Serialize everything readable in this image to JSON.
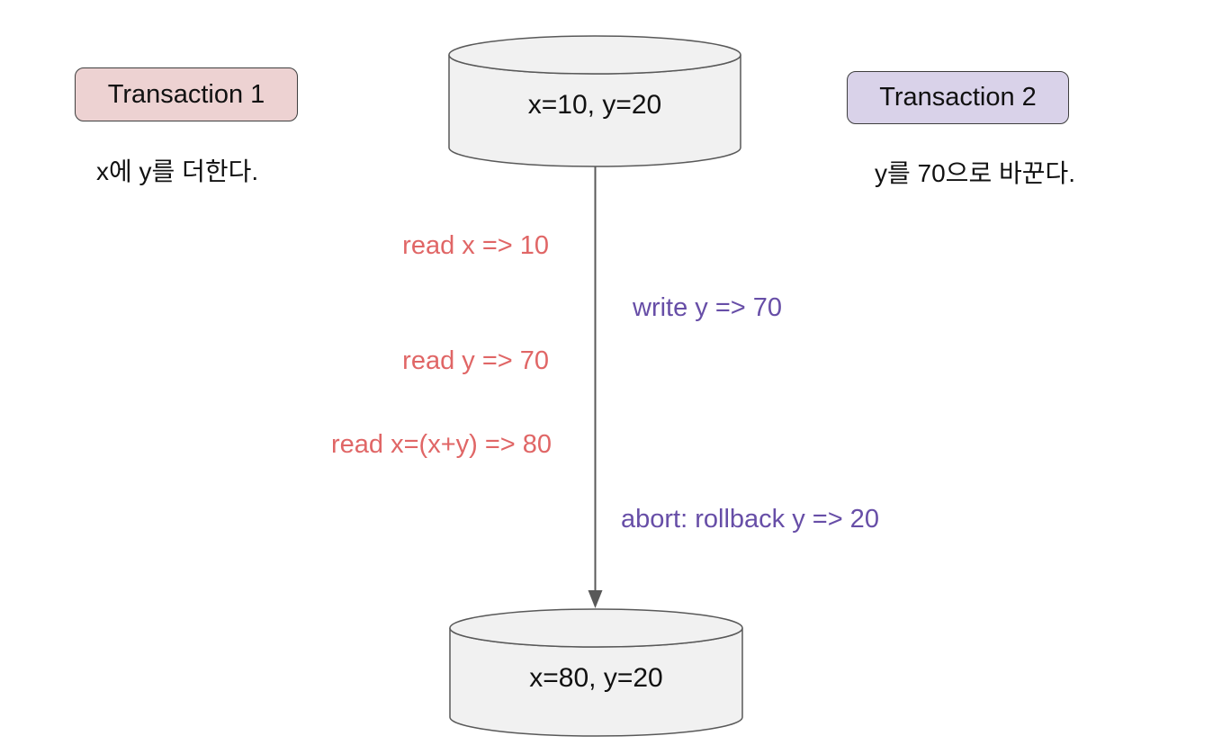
{
  "colors": {
    "t1-badge-bg": "#edd2d2",
    "t2-badge-bg": "#d9d2e9",
    "badge-border": "#3f3f3f",
    "t1-op-color": "#e06666",
    "t2-op-color": "#674ea7",
    "cylinder-fill": "#f1f1f1",
    "cylinder-stroke": "#595959",
    "arrow-color": "#595959"
  },
  "transaction1": {
    "label": "Transaction 1",
    "description": "x에 y를 더한다.",
    "operations": {
      "read_x": "read x => 10",
      "read_y": "read y => 70",
      "read_sum": "read x=(x+y) => 80"
    }
  },
  "transaction2": {
    "label": "Transaction 2",
    "description": "y를 70으로 바꾼다.",
    "operations": {
      "write_y": "write y => 70",
      "abort": "abort: rollback y => 20"
    }
  },
  "database": {
    "initial_state": "x=10, y=20",
    "final_state": "x=80, y=20"
  }
}
